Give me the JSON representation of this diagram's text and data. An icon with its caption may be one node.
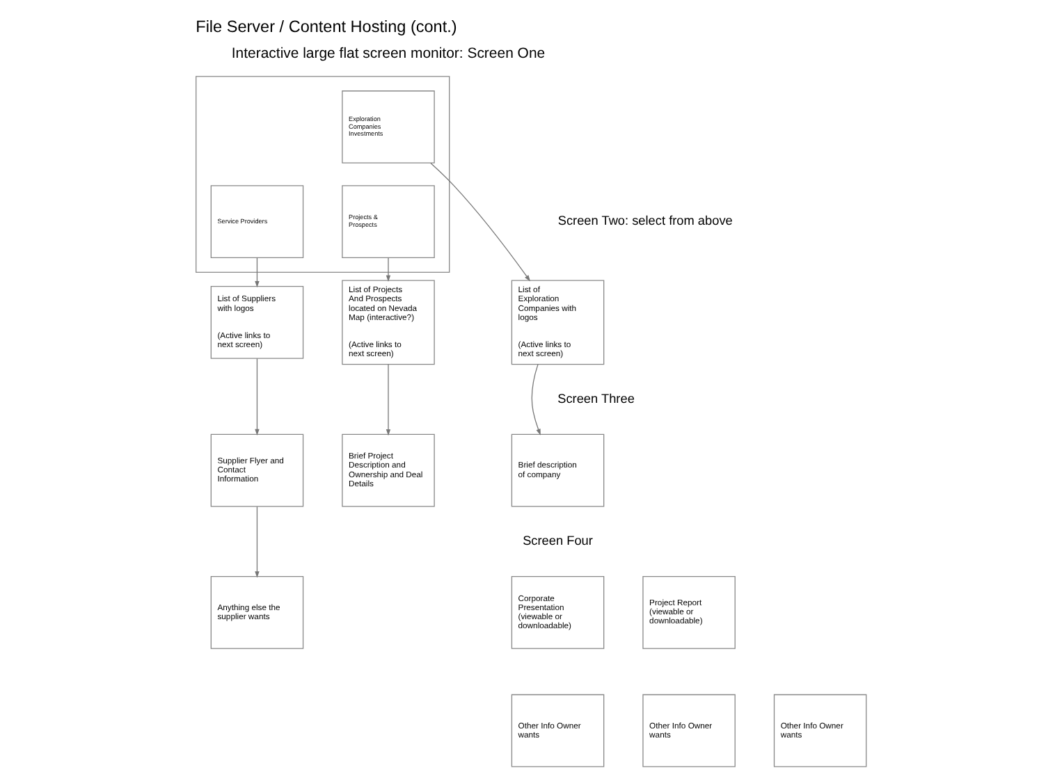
{
  "diagram": {
    "title": "File Server / Content Hosting (cont.)",
    "nodes": [
      {
        "text": [],
        "shape": "box"
      },
      {
        "text": [
          "Service Providers"
        ],
        "in": 0
      },
      {
        "text": [
          "Exploration Companies Investments"
        ],
        "in": 0
      },
      {
        "text": [
          "Projects & Prospects"
        ],
        "in": 0
      },
      {
        "text": [
          "List of Suppliers with logos",
          "(Active links to next screen)"
        ]
      },
      {
        "text": [
          "List of Exploration Companies with logos",
          "(Active links to next screen)"
        ]
      },
      {
        "text": [
          "List of Projects And Prospects located on Nevada Map (interactive?)",
          "(Active links to next screen)"
        ]
      },
      {
        "text": [
          "Supplier Flyer and Contact Information"
        ]
      },
      {
        "text": [
          "Brief description of company"
        ]
      },
      {
        "text": [
          "Brief Project Description and Ownership and Deal Details"
        ]
      },
      {
        "text": [
          "Anything else the supplier wants"
        ]
      },
      {
        "text": [
          "Corporate Presentation (viewable or downloadable)"
        ]
      },
      {
        "text": [
          "Project Report (viewable or downloadable)"
        ]
      },
      {
        "text": [
          "Other Info Owner wants"
        ]
      },
      {
        "text": [
          "Other Info Owner wants"
        ]
      },
      {
        "text": [
          "Other Info Owner wants"
        ]
      }
    ],
    "edges": [
      {
        "from": 1,
        "to": 4,
        "arrow": "to"
      },
      {
        "from": 2,
        "to": 5,
        "arrow": "to"
      },
      {
        "from": 3,
        "to": 6,
        "arrow": "to"
      },
      {
        "from": 4,
        "to": 7,
        "arrow": "to"
      },
      {
        "from": 5,
        "to": 8,
        "arrow": "to"
      },
      {
        "from": 6,
        "to": 9,
        "arrow": "to"
      },
      {
        "from": 7,
        "to": 10,
        "arrow": "to"
      }
    ],
    "labels": [
      "Interactive large flat screen monitor: Screen One",
      "Screen Two: select from above",
      "Screen Three",
      "Screen Four"
    ]
  }
}
